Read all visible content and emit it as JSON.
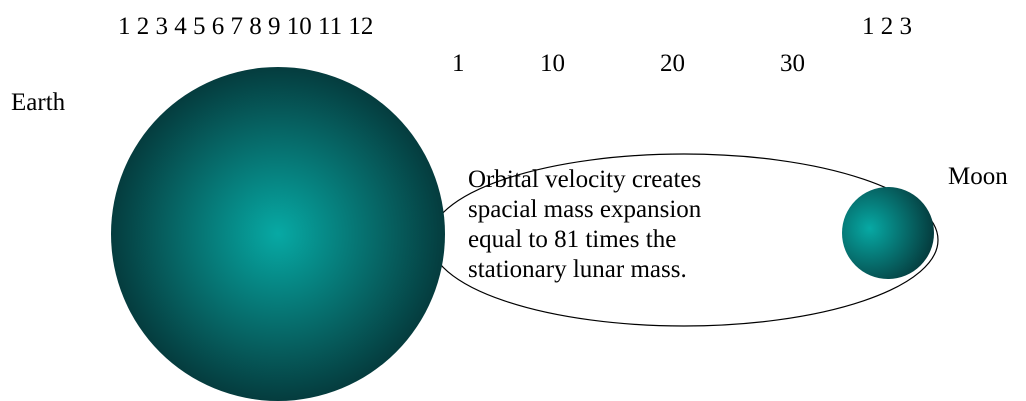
{
  "scale_top_left": "1 2 3 4 5 6 7 8 9 10 11 12",
  "scale_top_right": "1 2 3",
  "day_scale": [
    "1",
    "10",
    "20",
    "30"
  ],
  "earth_label": "Earth",
  "moon_label": "Moon",
  "note_lines": [
    "Orbital velocity creates",
    "spacial mass expansion",
    "equal to 81 times the",
    "stationary lunar mass."
  ],
  "colors": {
    "sphere_center": "#07A9A4",
    "sphere_edge": "#053C3E",
    "outline": "#000000",
    "background": "#FFFFFF"
  }
}
